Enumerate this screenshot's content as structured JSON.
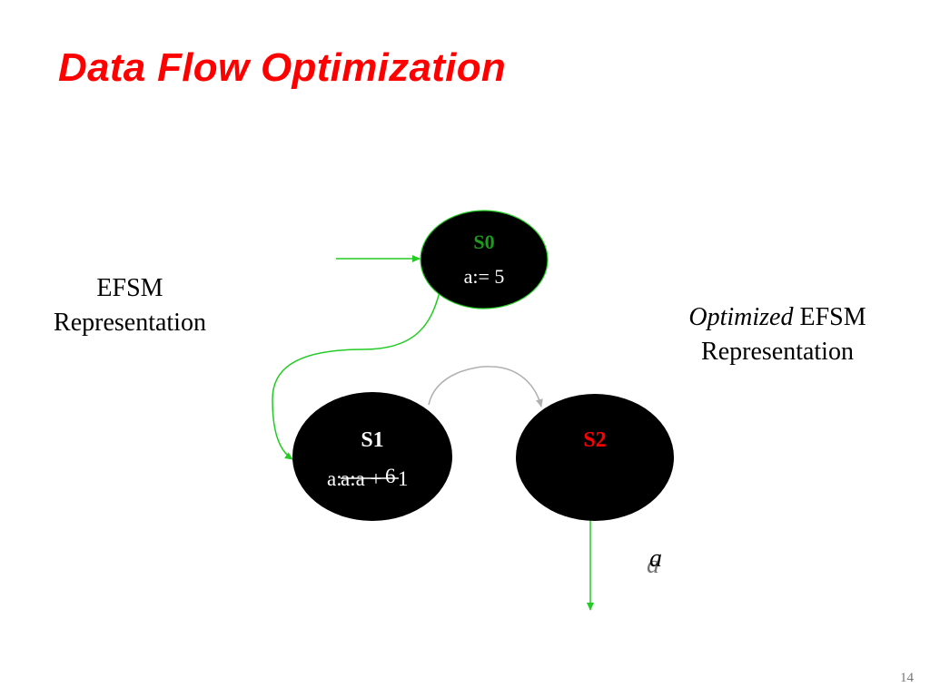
{
  "slide": {
    "title": "Data Flow Optimization",
    "page_number": "14"
  },
  "captions": {
    "left_line1": "EFSM",
    "left_line2": "Representation",
    "right_italic": "Optimized",
    "right_rest": " EFSM",
    "right_line2": "Representation"
  },
  "states": {
    "s0": {
      "name": "S0",
      "action": "a:= 5",
      "name_color": "#1a9c1a"
    },
    "s1": {
      "name": "S1",
      "action_prefix": "a:",
      "action_struck": "a:a + ",
      "action_overlay": "6",
      "action_suffix": " 1"
    },
    "s2": {
      "name": "S2",
      "name_color": "#ff0000"
    }
  },
  "output_label": {
    "main": "a",
    "ghost": "a"
  },
  "colors": {
    "accent_red": "#ff0000",
    "state_fill": "#000000",
    "state_text": "#ffffff",
    "green_arrow": "#22cc22",
    "gray_arrow": "#b0b0b0"
  }
}
